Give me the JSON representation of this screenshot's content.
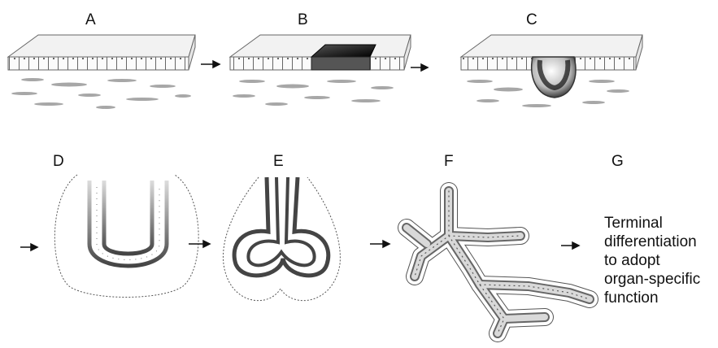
{
  "labels": {
    "a": "A",
    "b": "B",
    "c": "C",
    "d": "D",
    "e": "E",
    "f": "F",
    "g": "G"
  },
  "terminal_text": {
    "line1": "Terminal",
    "line2": "differentiation",
    "line3": "to adopt",
    "line4": "organ-specific",
    "line5": "function"
  }
}
